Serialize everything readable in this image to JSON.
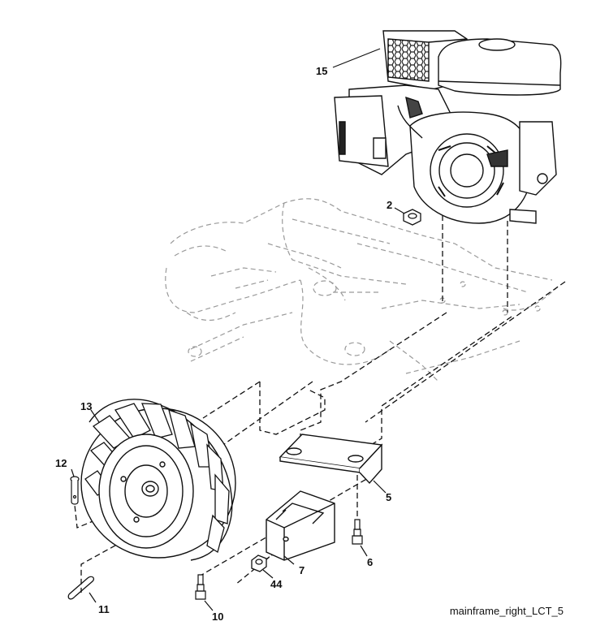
{
  "parts": {
    "engine": "15",
    "nut": "2",
    "wheel": "13",
    "pin": "12",
    "bracket": "5",
    "bolt_bracket": "6",
    "weight": "7",
    "nut_weight": "44",
    "bolt_left": "10",
    "hairpin": "11"
  },
  "caption": "mainframe_right_LCT_5"
}
